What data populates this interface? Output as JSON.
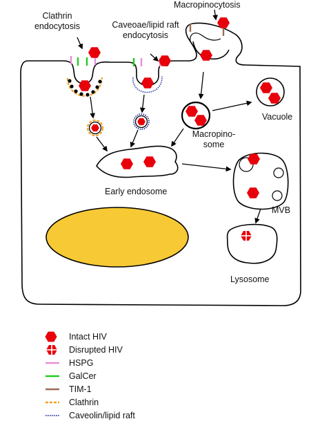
{
  "labels": {
    "clathrin_endocytosis": [
      "Clathrin",
      "endocytosis"
    ],
    "caveolae_endocytosis": [
      "Caveoae/lipid raft",
      "endocytosis"
    ],
    "macropinocytosis": "Macropinocytosis",
    "vacuole": "Vacuole",
    "macropinosome": [
      "Macropino-",
      "some"
    ],
    "early_endosome": "Early endosome",
    "mvb": "MVB",
    "lysosome": "Lysosome"
  },
  "legend": [
    {
      "symbol": "hexagon-icon",
      "label": "Intact HIV"
    },
    {
      "symbol": "disrupted-hexagon-icon",
      "label": "Disrupted HIV"
    },
    {
      "symbol": "line-pink",
      "label": "HSPG"
    },
    {
      "symbol": "line-green",
      "label": "GalCer"
    },
    {
      "symbol": "line-brown",
      "label": "TIM-1"
    },
    {
      "symbol": "line-dashed-orange",
      "label": "Clathrin"
    },
    {
      "symbol": "line-dotted-blue",
      "label": "Caveolin/lipid raft"
    }
  ],
  "colors": {
    "virus": "#e8000b",
    "nucleus_fill": "#f7c935",
    "hspg": "#e58fd6",
    "galcer": "#22cc22",
    "tim1": "#9c6b55",
    "clathrin": "#f0a020",
    "caveolin": "#1f2f9a",
    "membrane": "#000000"
  }
}
